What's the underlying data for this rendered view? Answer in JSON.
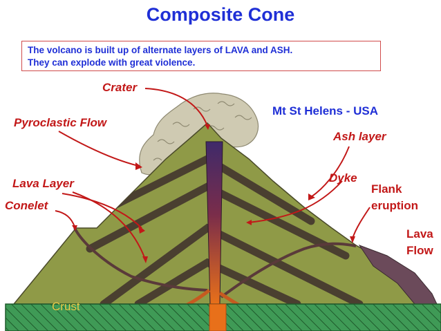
{
  "title": "Composite Cone",
  "description": {
    "line1": "The volcano is built up of alternate layers of LAVA and ASH.",
    "line2": "They can explode with great violence."
  },
  "location": "Mt St Helens - USA",
  "labels": {
    "crater": "Crater",
    "pyroclastic_flow": "Pyroclastic Flow",
    "ash_layer": "Ash layer",
    "dyke": "Dyke",
    "lava_layer": "Lava Layer",
    "conelet": "Conelet",
    "flank_line1": "Flank",
    "flank_line2": "eruption",
    "lava_flow_line1": "Lava",
    "lava_flow_line2": "Flow",
    "crust": "Crust"
  },
  "colors": {
    "title": "#1f2fd6",
    "label": "#c21818",
    "cone": "#8f9a47",
    "lava_layer": "#4a3f30",
    "magma_top": "#4a2a6a",
    "magma_bottom": "#e06a18",
    "crust": "#3f9a56",
    "ash": "#c9c4ad",
    "crust_label": "#e8c94a"
  }
}
